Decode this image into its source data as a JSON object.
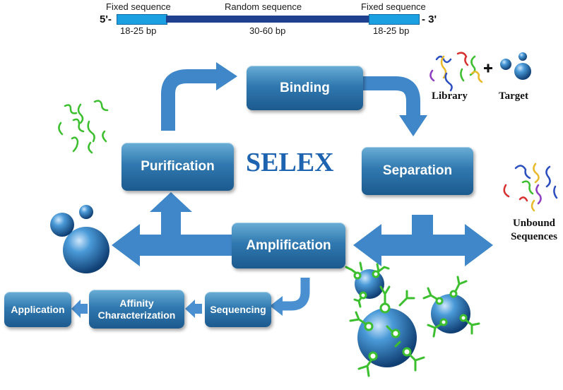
{
  "sequence_bar": {
    "five_prime": "5'-",
    "three_prime": "- 3'",
    "segments": [
      {
        "label": "Fixed sequence",
        "length": "18-25 bp",
        "color": "#1ba1e2"
      },
      {
        "label": "Random sequence",
        "length": "30-60 bp",
        "color": "#1f3f8f"
      },
      {
        "label": "Fixed sequence",
        "length": "18-25 bp",
        "color": "#1ba1e2"
      }
    ]
  },
  "center_title": "SELEX",
  "steps": {
    "binding": "Binding",
    "separation": "Separation",
    "amplification": "Amplification",
    "purification": "Purification",
    "sequencing": "Sequencing",
    "affinity": "Affinity Characterization",
    "application": "Application"
  },
  "labels": {
    "library": "Library",
    "plus": "+",
    "target": "Target",
    "unbound": "Unbound Sequences"
  },
  "colors": {
    "arrow": "#3f87c9",
    "box_dark": "#1c5a8e",
    "box_light": "#6aaed6",
    "aptamer": "#3cbf2e",
    "sphere": "#2a7bbd"
  }
}
